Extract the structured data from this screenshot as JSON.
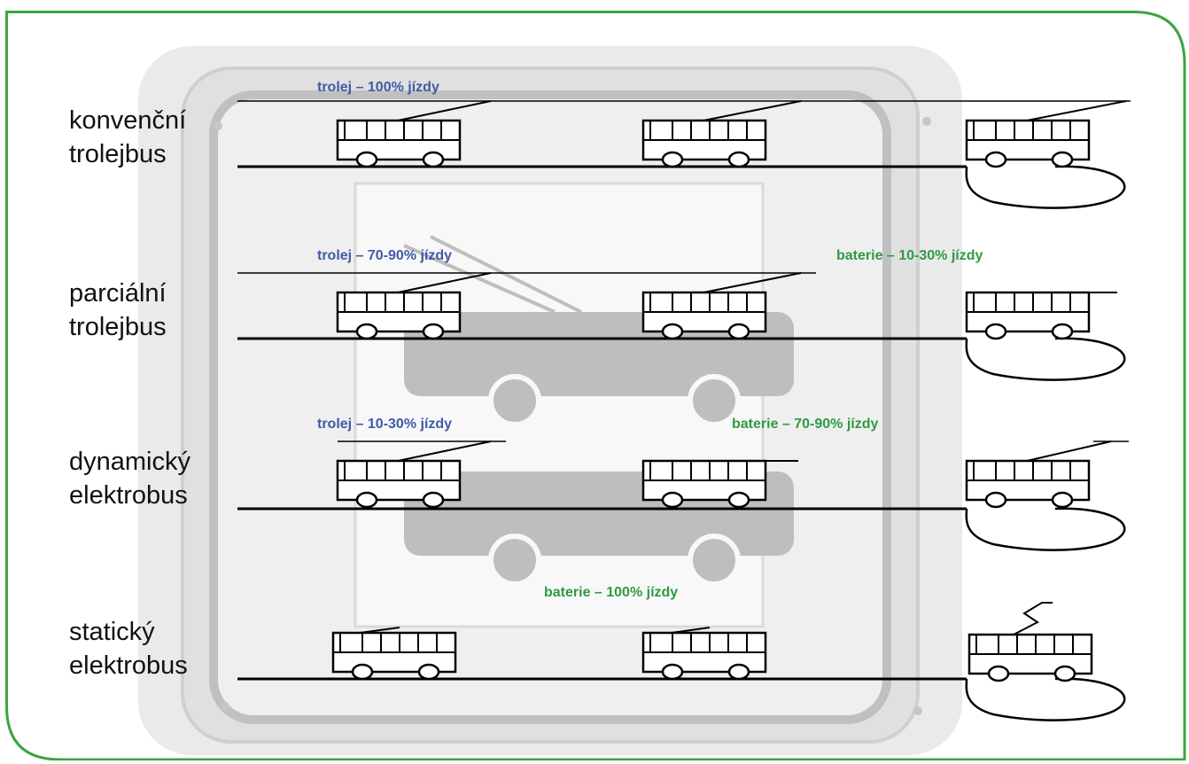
{
  "colors": {
    "frame_border": "#3aa63f",
    "trolley_text": "#3f5aa6",
    "battery_text": "#2f9a45",
    "background_sign": "#9a9a9a"
  },
  "rows": [
    {
      "label_line1": "konvenční",
      "label_line2": "trolejbus",
      "captions": [
        {
          "text": "trolej – 100% jízdy",
          "kind": "trolej"
        }
      ]
    },
    {
      "label_line1": "parciální",
      "label_line2": "trolejbus",
      "captions": [
        {
          "text": "trolej – 70-90% jízdy",
          "kind": "trolej"
        },
        {
          "text": "baterie – 10-30% jízdy",
          "kind": "baterie"
        }
      ]
    },
    {
      "label_line1": "dynamický",
      "label_line2": "elektrobus",
      "captions": [
        {
          "text": "trolej – 10-30% jízdy",
          "kind": "trolej"
        },
        {
          "text": "baterie – 70-90% jízdy",
          "kind": "baterie"
        }
      ]
    },
    {
      "label_line1": "statický",
      "label_line2": "elektrobus",
      "captions": [
        {
          "text": "baterie – 100% jízdy",
          "kind": "baterie"
        }
      ]
    }
  ],
  "icons": [
    "trolleybus-icon",
    "bus-sign-background"
  ]
}
